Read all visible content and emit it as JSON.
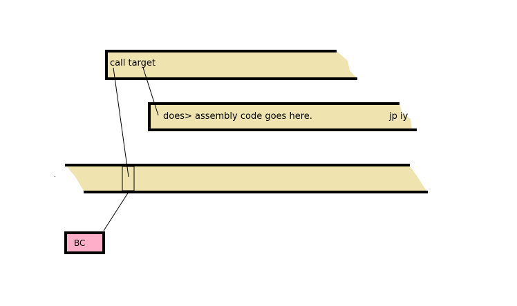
{
  "colors": {
    "band_fill": "#efe4b0",
    "register_fill": "#ffaec9",
    "stroke": "#000000",
    "background": "#ffffff"
  },
  "call_target_box": {
    "label": "call target"
  },
  "code_box": {
    "text": "does> assembly code goes here.",
    "trailing_text": "jp iy"
  },
  "memory_strip": {
    "has_cell_marker": true
  },
  "register_box": {
    "label": "BC"
  }
}
